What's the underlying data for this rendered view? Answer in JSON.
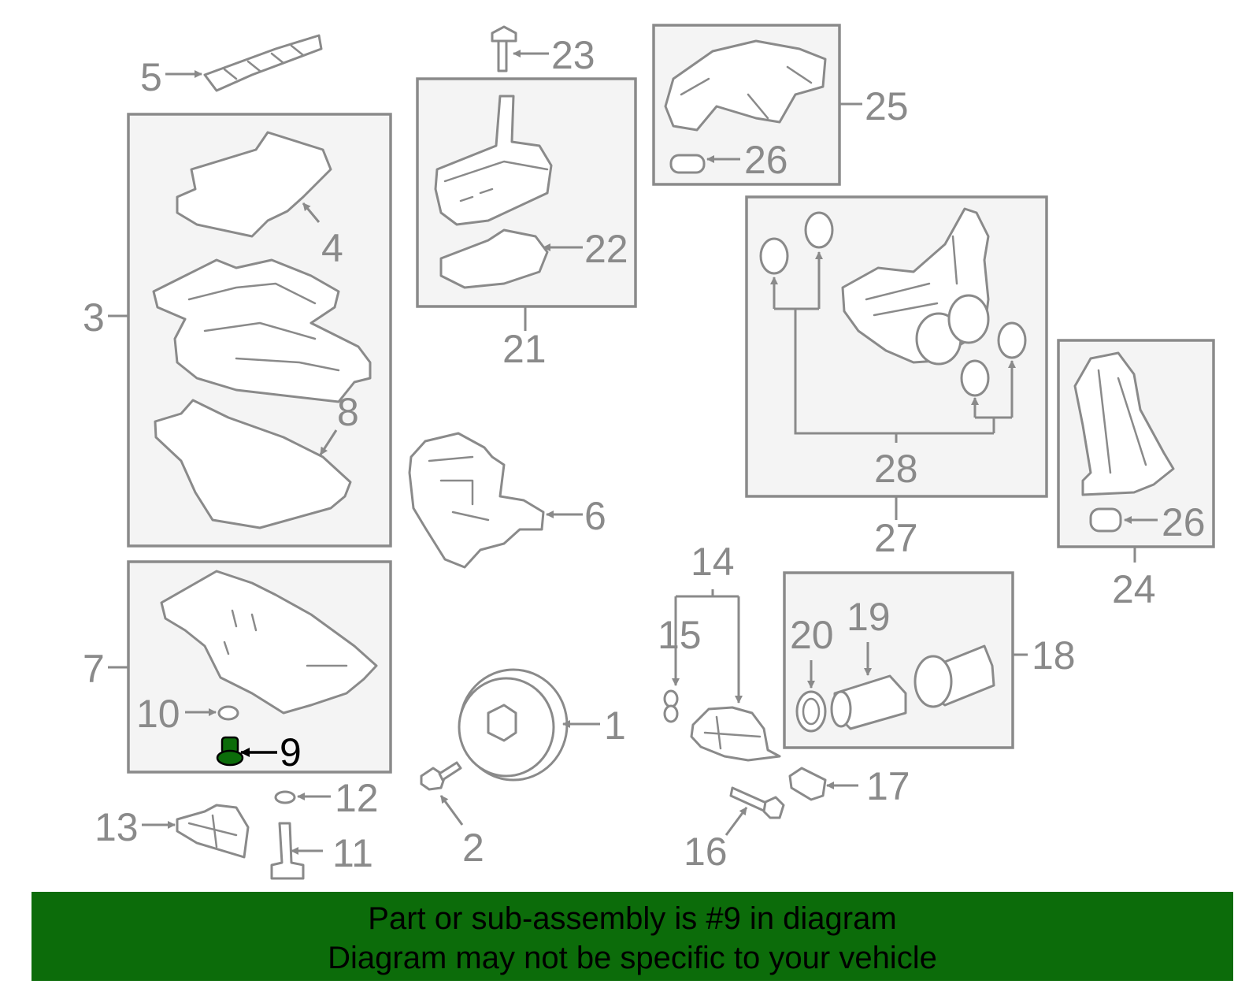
{
  "diagram": {
    "callouts": {
      "c1": "1",
      "c2": "2",
      "c3": "3",
      "c4": "4",
      "c5": "5",
      "c6": "6",
      "c7": "7",
      "c8": "8",
      "c9": "9",
      "c10": "10",
      "c11": "11",
      "c12": "12",
      "c13": "13",
      "c14": "14",
      "c15": "15",
      "c16": "16",
      "c17": "17",
      "c18": "18",
      "c19": "19",
      "c20": "20",
      "c21": "21",
      "c22": "22",
      "c23": "23",
      "c24": "24",
      "c25": "25",
      "c26a": "26",
      "c26b": "26",
      "c27": "27",
      "c28": "28"
    },
    "highlighted_part": "9",
    "colors": {
      "line": "#8a8a8a",
      "highlight": "#0c6c0a",
      "box_fill": "#f4f4f4"
    }
  },
  "banner": {
    "line1": "Part or sub-assembly is #9 in diagram",
    "line2": "Diagram may not be specific to your vehicle"
  }
}
